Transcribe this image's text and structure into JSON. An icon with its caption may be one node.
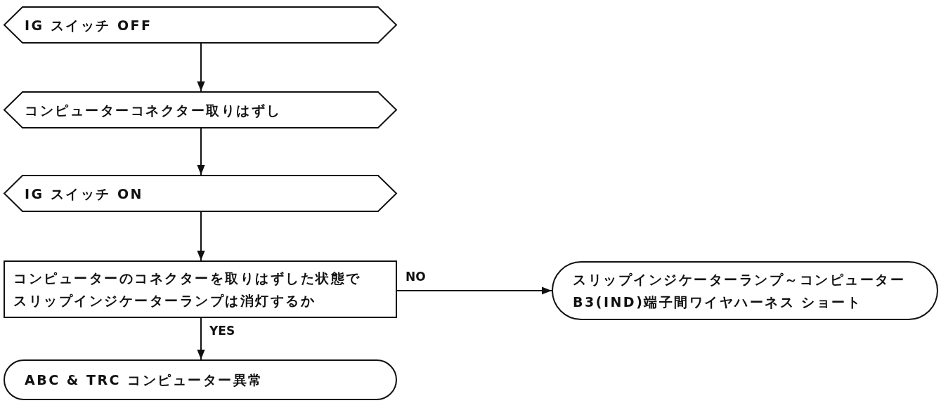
{
  "diagram": {
    "nodes": [
      {
        "text": [
          "IG スイッチ OFF"
        ]
      },
      {
        "text": [
          "コンピューターコネクター取りはずし"
        ]
      },
      {
        "text": [
          "IG スイッチ ON"
        ]
      },
      {
        "text": [
          "コンピューターのコネクターを取りはずした状態でスリップインジケーターランプは消灯するか"
        ]
      },
      {
        "text": [
          "スリップインジケーターランプ～コンピューターB3(IND)端子間ワイヤハーネス ショート"
        ]
      },
      {
        "text": [
          "ABC & TRC コンピューター異常"
        ]
      }
    ],
    "edges": [
      {
        "from": 0,
        "to": 1,
        "arrow": "to"
      },
      {
        "from": 1,
        "to": 2,
        "arrow": "to"
      },
      {
        "from": 2,
        "to": 3,
        "arrow": "to"
      },
      {
        "from": 3,
        "to": 4,
        "arrow": "to",
        "label": "NO"
      },
      {
        "from": 3,
        "to": 5,
        "arrow": "to",
        "label": "YES"
      }
    ]
  }
}
